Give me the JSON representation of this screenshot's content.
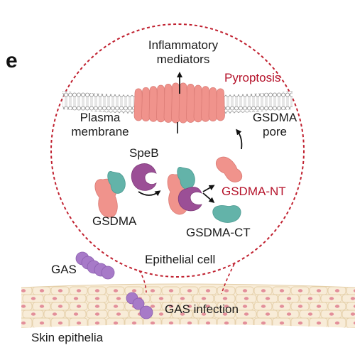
{
  "panel_letter": "e",
  "labels": {
    "inflammatory": [
      "Inflammatory",
      "mediators"
    ],
    "pyroptosis": "Pyroptosis",
    "plasma_membrane": [
      "Plasma",
      "membrane"
    ],
    "gsdma_pore": [
      "GSDMA",
      "pore"
    ],
    "speb": "SpeB",
    "gsdma": "GSDMA",
    "gsdma_nt": "GSDMA-NT",
    "gsdma_ct": "GSDMA-CT",
    "epithelial_cell": "Epithelial cell",
    "gas": "GAS",
    "gas_infection": "GAS infection",
    "skin_epithelia": "Skin epithelia"
  },
  "colors": {
    "red_text": "#b5122a",
    "dashed_circle": "#c0202f",
    "gsdma_pink": "#f0938c",
    "gsdma_teal": "#63b3a9",
    "speb_purple": "#9b4f96",
    "gas_purple": "#a77ac8",
    "skin_fill": "#f8ecd8",
    "skin_nucleus": "#e38f9a"
  }
}
